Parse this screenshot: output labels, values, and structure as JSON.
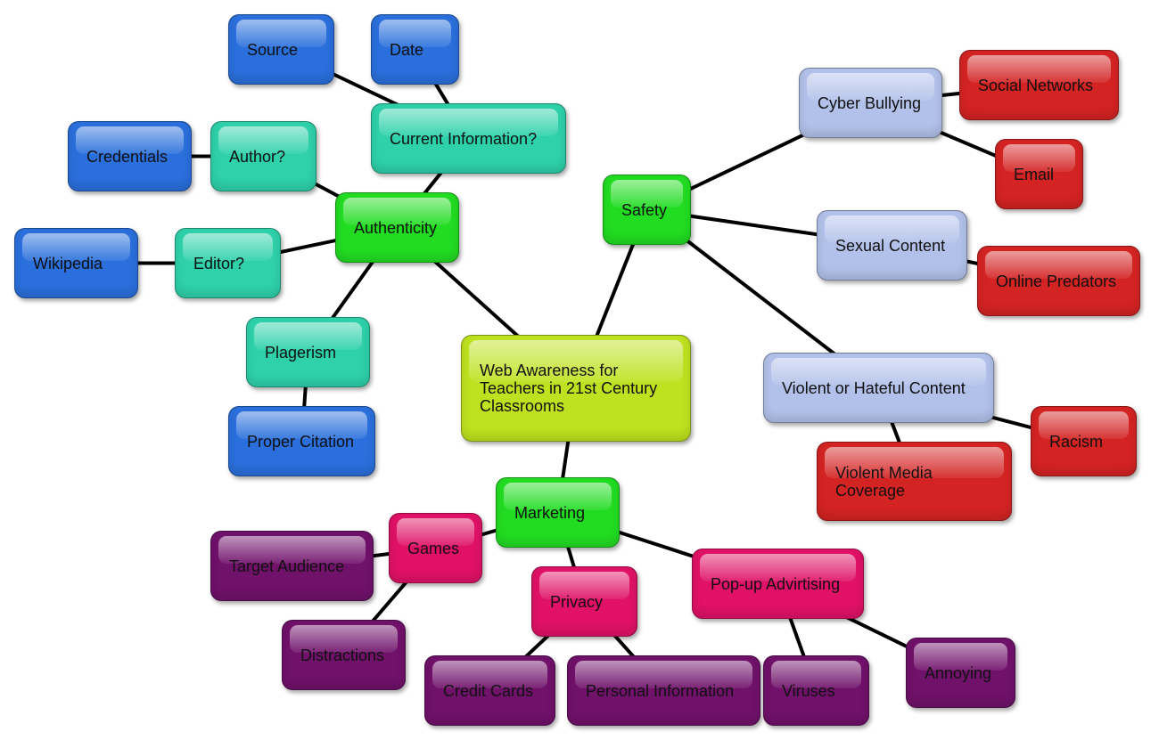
{
  "diagram": {
    "nodes": [
      {
        "id": "root",
        "label": "Web Awareness for\nTeachers in 21st Century\nClassrooms",
        "color": "#bfe11f",
        "icon": "none"
      },
      {
        "id": "authenticity",
        "label": "Authenticity",
        "color": "#22dc22"
      },
      {
        "id": "safety",
        "label": "Safety",
        "color": "#22dc22"
      },
      {
        "id": "marketing",
        "label": "Marketing",
        "color": "#22dc22"
      },
      {
        "id": "current_info",
        "label": "Current Information?",
        "color": "#2ed1aa"
      },
      {
        "id": "author",
        "label": "Author?",
        "color": "#2ed1aa"
      },
      {
        "id": "editor",
        "label": "Editor?",
        "color": "#2ed1aa"
      },
      {
        "id": "plagerism",
        "label": "Plagerism",
        "color": "#2ed1aa"
      },
      {
        "id": "source",
        "label": "Source",
        "color": "#2a6fdc"
      },
      {
        "id": "date",
        "label": "Date",
        "color": "#2a6fdc"
      },
      {
        "id": "credentials",
        "label": "Credentials",
        "color": "#2a6fdc"
      },
      {
        "id": "wikipedia",
        "label": "Wikipedia",
        "color": "#2a6fdc"
      },
      {
        "id": "proper_citation",
        "label": "Proper Citation",
        "color": "#2a6fdc"
      },
      {
        "id": "cyber_bullying",
        "label": "Cyber Bullying",
        "color": "#b2c1ea"
      },
      {
        "id": "sexual_content",
        "label": "Sexual Content",
        "color": "#b2c1ea"
      },
      {
        "id": "violent_content",
        "label": "Violent or Hateful Content",
        "color": "#b2c1ea"
      },
      {
        "id": "social_networks",
        "label": "Social Networks",
        "color": "#d42323"
      },
      {
        "id": "email",
        "label": "Email",
        "color": "#d42323"
      },
      {
        "id": "online_predators",
        "label": "Online Predators",
        "color": "#d42323"
      },
      {
        "id": "racism",
        "label": "Racism",
        "color": "#d42323"
      },
      {
        "id": "violent_media",
        "label": "Violent Media\nCoverage",
        "color": "#d42323"
      },
      {
        "id": "games",
        "label": "Games",
        "color": "#e01166"
      },
      {
        "id": "privacy",
        "label": "Privacy",
        "color": "#e01166"
      },
      {
        "id": "popup",
        "label": "Pop-up Advirtising",
        "color": "#e01166"
      },
      {
        "id": "target_audience",
        "label": "Target Audience",
        "color": "#70116a"
      },
      {
        "id": "distractions",
        "label": "Distractions",
        "color": "#70116a"
      },
      {
        "id": "credit_cards",
        "label": "Credit Cards",
        "color": "#70116a"
      },
      {
        "id": "personal_info",
        "label": "Personal Information",
        "color": "#70116a"
      },
      {
        "id": "viruses",
        "label": "Viruses",
        "color": "#70116a"
      },
      {
        "id": "annoying",
        "label": "Annoying",
        "color": "#70116a"
      }
    ],
    "edges": [
      [
        "root",
        "authenticity"
      ],
      [
        "root",
        "safety"
      ],
      [
        "root",
        "marketing"
      ],
      [
        "authenticity",
        "current_info"
      ],
      [
        "authenticity",
        "author"
      ],
      [
        "authenticity",
        "editor"
      ],
      [
        "authenticity",
        "plagerism"
      ],
      [
        "current_info",
        "source"
      ],
      [
        "current_info",
        "date"
      ],
      [
        "author",
        "credentials"
      ],
      [
        "editor",
        "wikipedia"
      ],
      [
        "plagerism",
        "proper_citation"
      ],
      [
        "safety",
        "cyber_bullying"
      ],
      [
        "safety",
        "sexual_content"
      ],
      [
        "safety",
        "violent_content"
      ],
      [
        "cyber_bullying",
        "social_networks"
      ],
      [
        "cyber_bullying",
        "email"
      ],
      [
        "sexual_content",
        "online_predators"
      ],
      [
        "violent_content",
        "racism"
      ],
      [
        "violent_content",
        "violent_media"
      ],
      [
        "marketing",
        "games"
      ],
      [
        "marketing",
        "privacy"
      ],
      [
        "marketing",
        "popup"
      ],
      [
        "games",
        "target_audience"
      ],
      [
        "games",
        "distractions"
      ],
      [
        "privacy",
        "credit_cards"
      ],
      [
        "privacy",
        "personal_info"
      ],
      [
        "popup",
        "viruses"
      ],
      [
        "popup",
        "annoying"
      ]
    ],
    "line_color": "#000000"
  }
}
